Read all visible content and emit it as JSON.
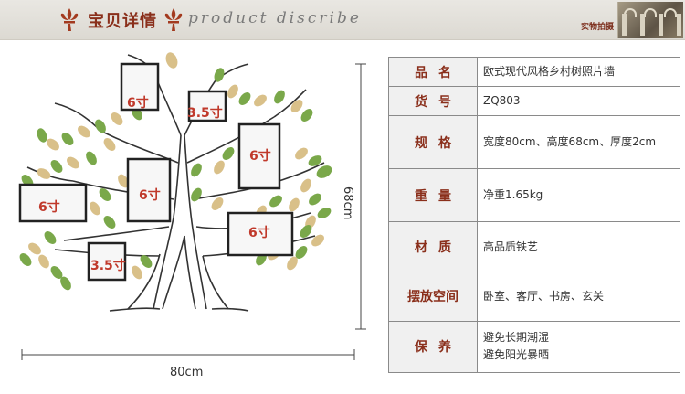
{
  "banner": {
    "title": "宝贝详情",
    "subtitle": "product discribe",
    "badge": "实物拍摄"
  },
  "product_image": {
    "frame_labels": [
      "6寸",
      "3.5寸",
      "6寸",
      "6寸",
      "6寸",
      "3.5寸"
    ],
    "height_label": "68cm",
    "width_label": "80cm"
  },
  "specs": [
    {
      "key": "品名",
      "value": "欧式现代风格乡村树照片墙"
    },
    {
      "key": "货号",
      "value": "ZQ803"
    },
    {
      "key": "规格",
      "value": "宽度80cm、高度68cm、厚度2cm"
    },
    {
      "key": "重量",
      "value": "净重1.65kg"
    },
    {
      "key": "材质",
      "value": "高品质铁艺"
    },
    {
      "key": "摆放空间",
      "value": "卧室、客厅、书房、玄关"
    },
    {
      "key": "保养",
      "value": "避免长期潮湿",
      "value2": "避免阳光暴晒"
    }
  ],
  "colors": {
    "accent": "#8a2f1b",
    "label_red": "#c0392b",
    "leaf_green": "#7aa84a",
    "leaf_tan": "#d9c089"
  }
}
